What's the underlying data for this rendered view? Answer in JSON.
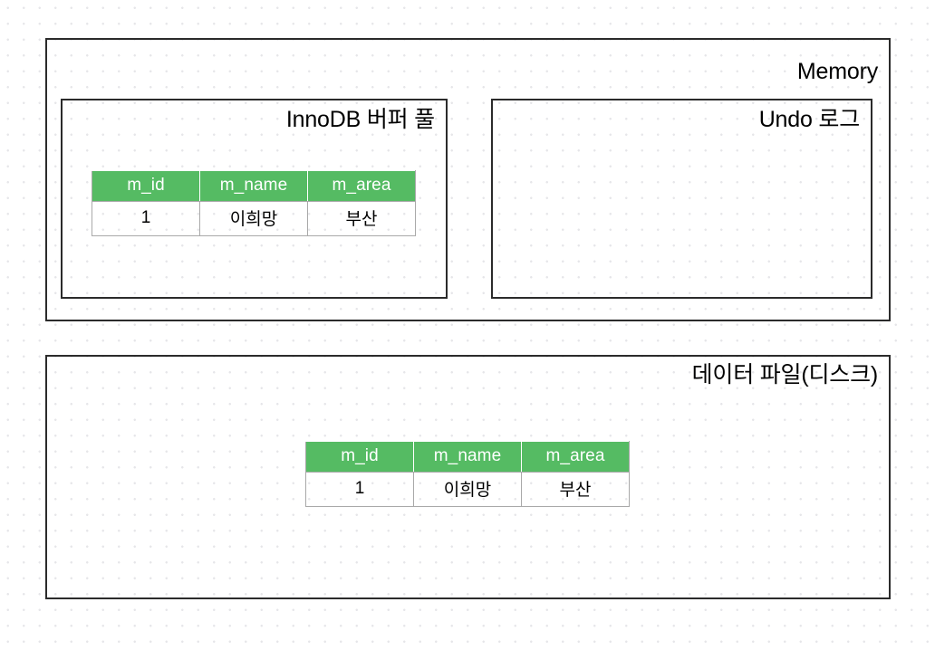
{
  "diagram": {
    "title": "MySQL InnoDB buffer pool and data file state diagram",
    "accent_color": "#55bb63",
    "border_color": "#2b2b2b",
    "background_color": "#ffffff"
  },
  "memory_section": {
    "title": "Memory",
    "buffer_pool": {
      "title": "InnoDB 버퍼 풀",
      "table": {
        "columns": [
          "m_id",
          "m_name",
          "m_area"
        ],
        "rows": [
          [
            "1",
            "이희망",
            "부산"
          ]
        ]
      }
    },
    "undo_log": {
      "title": "Undo 로그",
      "table": {
        "columns": [],
        "rows": []
      }
    }
  },
  "data_file_section": {
    "title": "데이터 파일(디스크)",
    "table": {
      "columns": [
        "m_id",
        "m_name",
        "m_area"
      ],
      "rows": [
        [
          "1",
          "이희망",
          "부산"
        ]
      ]
    }
  }
}
